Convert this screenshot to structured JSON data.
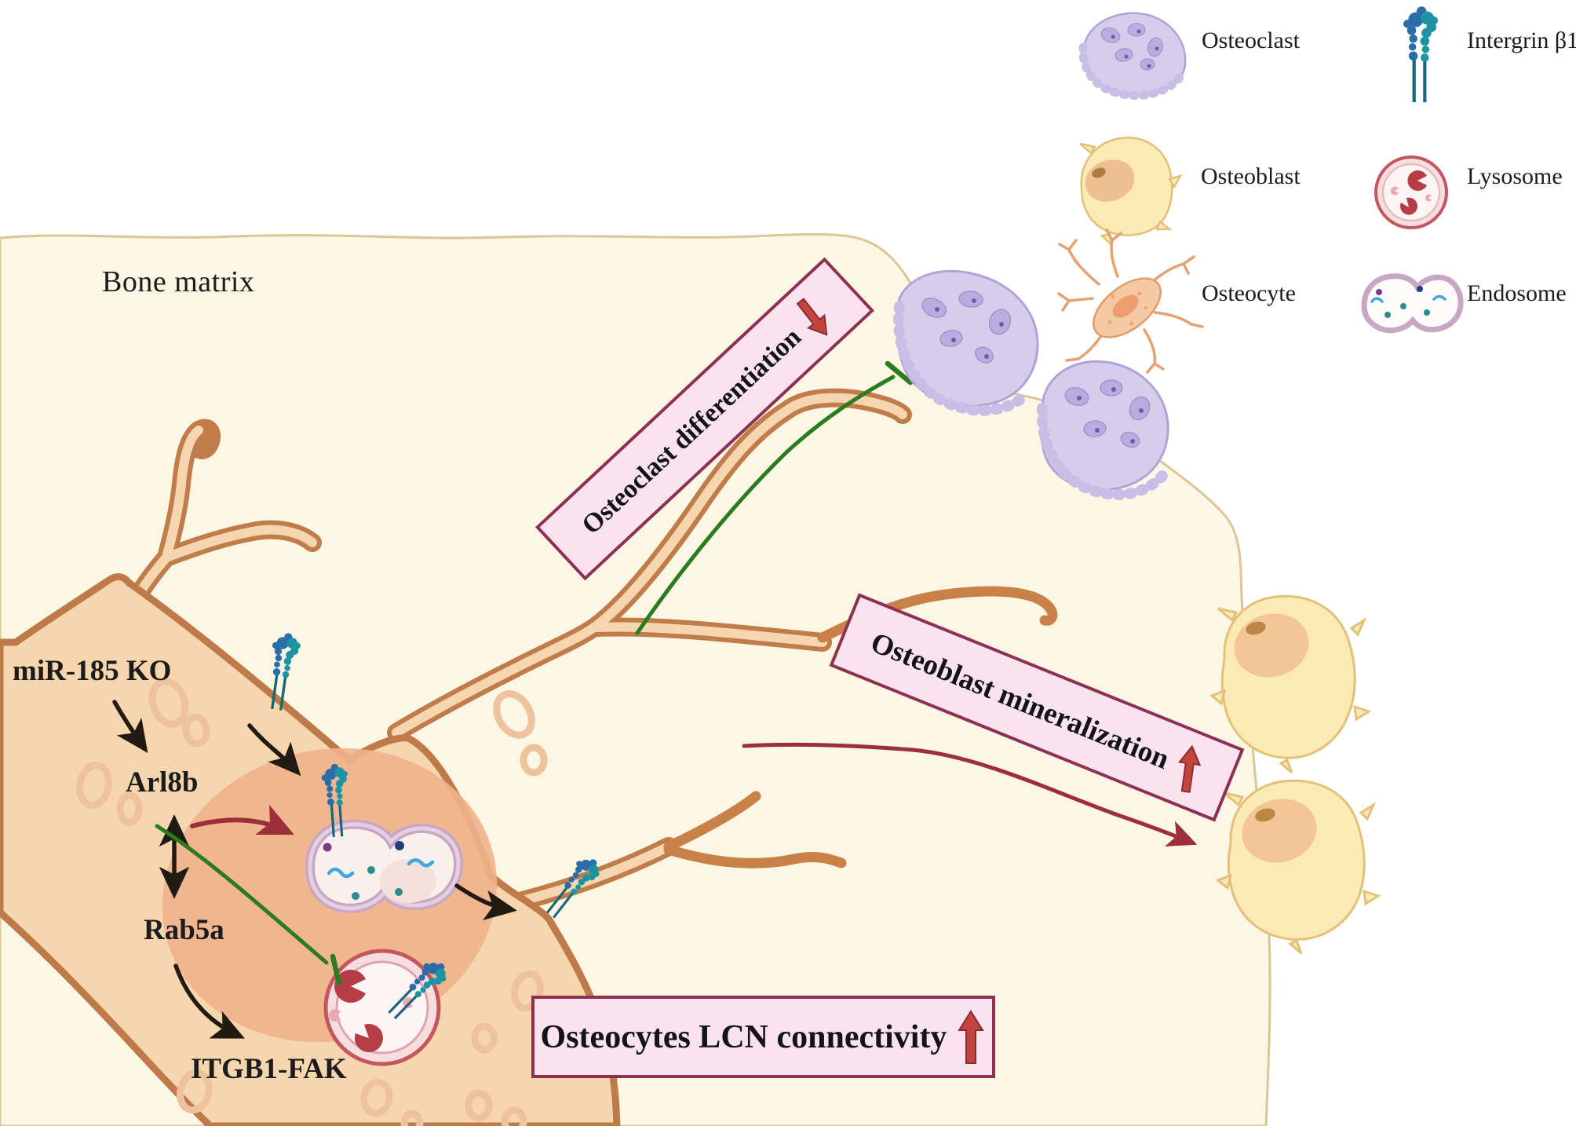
{
  "bone_matrix_label": "Bone matrix",
  "pathway": {
    "mir185_ko": "miR-185 KO",
    "arl8b": "Arl8b",
    "rab5a": "Rab5a",
    "itgb1_fak": "ITGB1-FAK"
  },
  "annotations": {
    "osteoclast_differentiation": {
      "label": "Osteoclast differentiation",
      "direction": "decrease"
    },
    "osteoblast_mineralization": {
      "label": "Osteoblast mineralization",
      "direction": "increase"
    },
    "osteocytes_lcn_connectivity": {
      "label": "Osteocytes LCN connectivity",
      "direction": "increase"
    }
  },
  "legend": {
    "items": [
      {
        "icon": "osteoclast-icon",
        "label": "Osteoclast"
      },
      {
        "icon": "osteoblast-icon",
        "label": "Osteoblast"
      },
      {
        "icon": "osteocyte-icon",
        "label": "Osteocyte"
      },
      {
        "icon": "integrin-beta1-icon",
        "label": "Intergrin β1"
      },
      {
        "icon": "lysosome-icon",
        "label": "Lysosome"
      },
      {
        "icon": "endosome-icon",
        "label": "Endosome"
      }
    ]
  },
  "colors": {
    "bone_matrix": "#fbf7e4",
    "bone_border": "#dcc794",
    "cell_fill": "#f6d6ae",
    "membrane": "#bf7a4a",
    "annotation_fill": "#fae3ee",
    "annotation_border": "#8e3051",
    "increase_arrow": "#c2453f",
    "inhibition_green": "#2a7c1e",
    "promote_red": "#9c2f3a",
    "osteoclast_fill": "#d6cdec",
    "osteoblast_fill": "#fbe9b6",
    "integrin_teal": "#1e93a4",
    "integrin_blue": "#2c6ca8",
    "lysosome_ring": "#c4565e",
    "endosome_ring": "#c9a6c4"
  }
}
